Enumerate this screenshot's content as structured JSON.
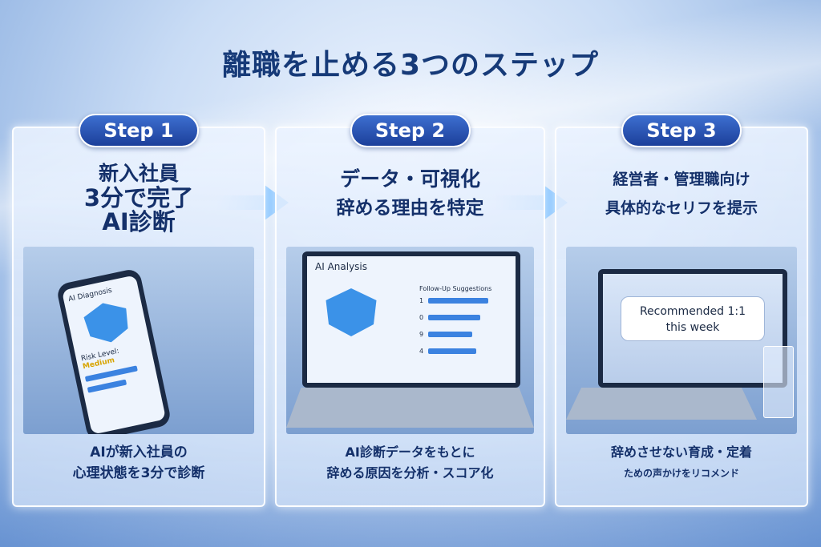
{
  "title": "離職を止める3つのステップ",
  "steps": [
    {
      "badge": "Step 1",
      "heading": [
        "新入社員",
        "3分で完了",
        "AI診断"
      ],
      "screen": {
        "app": "AI Diagnosis",
        "risk_label": "Risk Level:",
        "risk_value": "Medium"
      },
      "caption": [
        "AIが新入社員の",
        "心理状態を3分で診断"
      ]
    },
    {
      "badge": "Step 2",
      "heading": [
        "データ・可視化",
        "辞める理由を特定"
      ],
      "screen": {
        "app": "AI Analysis",
        "panel_title": "Follow-Up Suggestions",
        "rows": [
          "1",
          "0",
          "9",
          "4"
        ]
      },
      "caption": [
        "AI診断データをもとに",
        "辞める原因を分析・スコア化"
      ]
    },
    {
      "badge": "Step 3",
      "heading": [
        "経営者・管理職向け",
        "具体的なセリフを提示"
      ],
      "screen": {
        "bubble": [
          "Recommended 1:1",
          "this week"
        ]
      },
      "caption": [
        "辞めさせない育成・定着",
        "ための声かけをリコメンド"
      ]
    }
  ],
  "colors": {
    "primary": "#1c3f9a",
    "text": "#14306a",
    "accent": "#3b82e0"
  }
}
